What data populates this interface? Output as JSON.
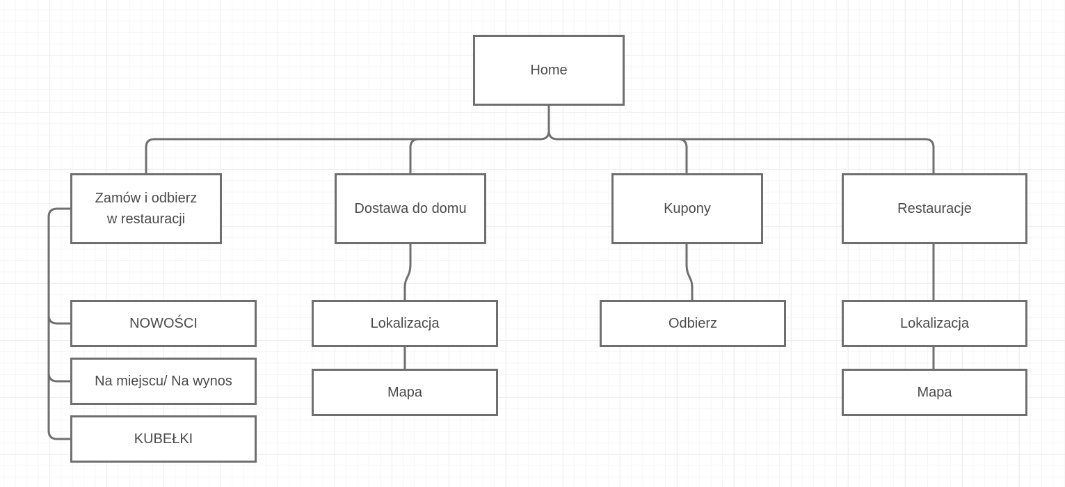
{
  "diagram": {
    "root": {
      "label": "Home"
    },
    "level1": [
      {
        "label": "Zamów i odbierz\nw restauracji"
      },
      {
        "label": "Dostawa do domu"
      },
      {
        "label": "Kupony"
      },
      {
        "label": "Restauracje"
      }
    ],
    "children": {
      "zamow": [
        {
          "label": "NOWOŚCI"
        },
        {
          "label": "Na miejscu/ Na wynos"
        },
        {
          "label": "KUBEŁKI"
        }
      ],
      "dostawa": [
        {
          "label": "Lokalizacja"
        },
        {
          "label": "Mapa"
        }
      ],
      "kupony": [
        {
          "label": "Odbierz"
        }
      ],
      "restauracje": [
        {
          "label": "Lokalizacja"
        },
        {
          "label": "Mapa"
        }
      ]
    }
  },
  "colors": {
    "box_border": "#6f6f6f",
    "connector": "#6f6f6f",
    "text": "#4a4a4a",
    "grid": "#eeeeee"
  }
}
